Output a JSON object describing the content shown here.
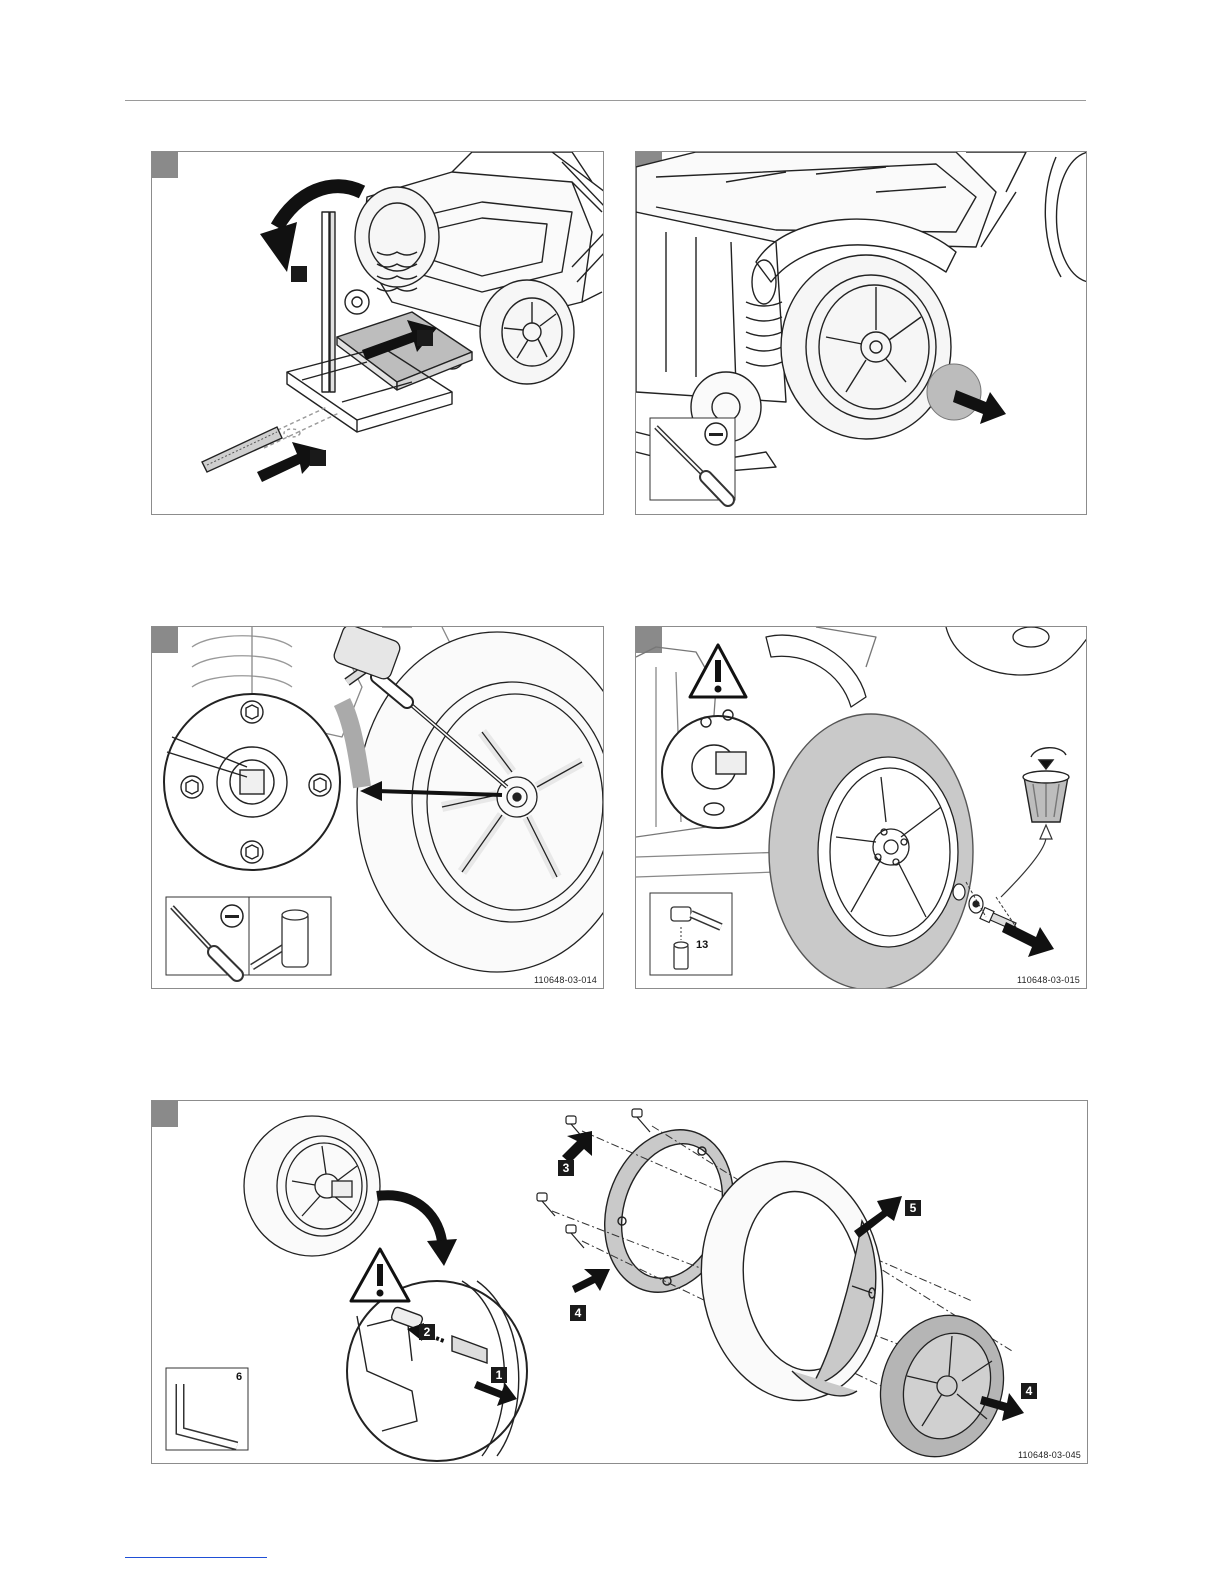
{
  "figures": [
    {
      "id": "fig-1",
      "code": ""
    },
    {
      "id": "fig-2",
      "code": ""
    },
    {
      "id": "fig-3",
      "code": "110648-03-014"
    },
    {
      "id": "fig-4",
      "code": "110648-03-015",
      "wrench_size": "13"
    },
    {
      "id": "fig-5",
      "code": "110648-03-045",
      "hex_key_size": "6",
      "steps": [
        "1",
        "2",
        "3",
        "4",
        "5",
        "4"
      ]
    }
  ],
  "colors": {
    "frame": "#8c8c8c",
    "tab": "#8a8a8a",
    "link_rule": "#1f4fd6",
    "tire_fill": "#c9c9c9"
  },
  "icons": [
    "warning-icon",
    "screwdriver-icon",
    "hammer-icon",
    "wrench-icon",
    "hex-key-icon",
    "trash-bin-icon",
    "arrow-icon"
  ]
}
